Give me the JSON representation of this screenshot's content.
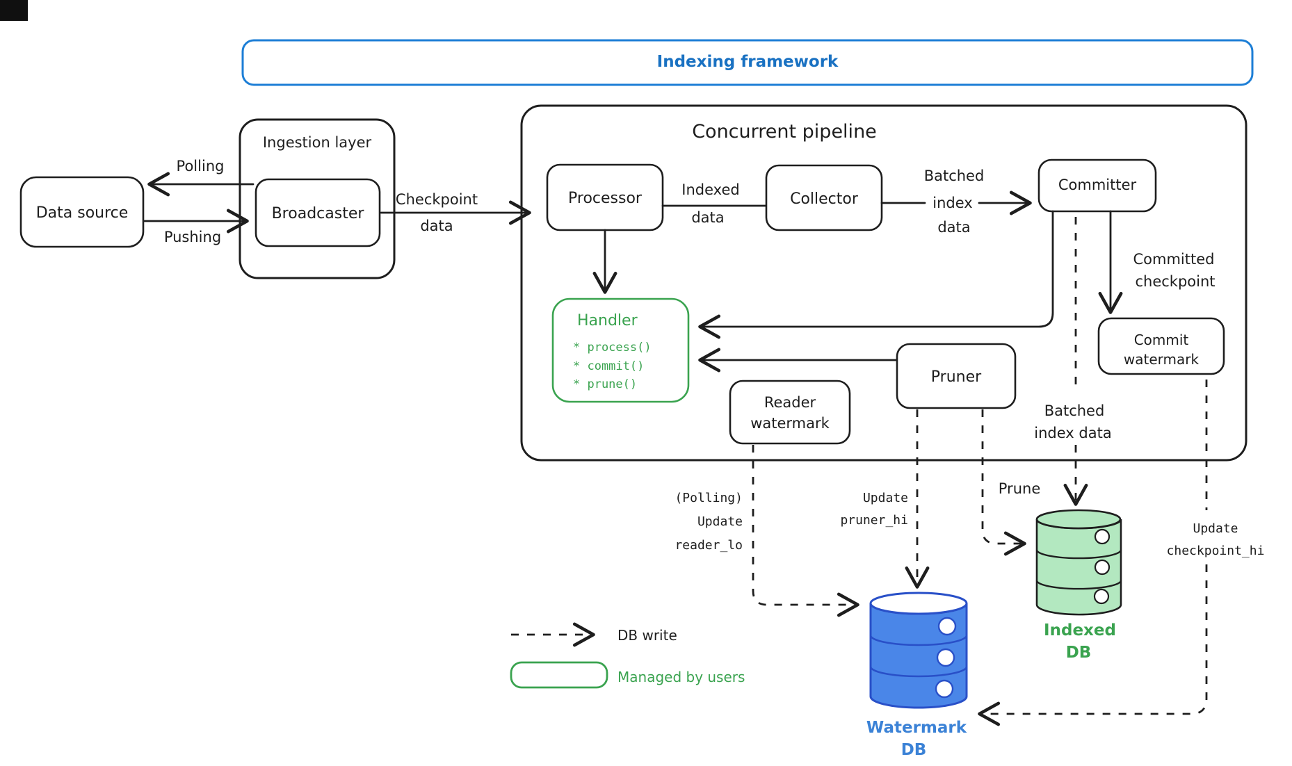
{
  "frame": {
    "title": "Indexing framework"
  },
  "nodes": {
    "data_source": "Data source",
    "ingestion_layer": "Ingestion layer",
    "broadcaster": "Broadcaster",
    "pipeline_title": "Concurrent pipeline",
    "processor": "Processor",
    "collector": "Collector",
    "committer": "Committer",
    "handler_title": "Handler",
    "handler_items": [
      "* process()",
      "* commit()",
      "* prune()"
    ],
    "pruner": "Pruner",
    "reader_watermark": [
      "Reader",
      "watermark"
    ],
    "commit_watermark": [
      "Commit",
      "watermark"
    ]
  },
  "edges": {
    "polling": "Polling",
    "pushing": "Pushing",
    "checkpoint_data": [
      "Checkpoint",
      "data"
    ],
    "indexed_data": [
      "Indexed",
      "data"
    ],
    "batched_index_data_top": [
      "Batched",
      "index",
      "data"
    ],
    "committed_checkpoint": [
      "Committed",
      "checkpoint"
    ],
    "update_reader_lo": [
      "(Polling)",
      "Update",
      "reader_lo"
    ],
    "update_pruner_hi": [
      "Update",
      "pruner_hi"
    ],
    "prune": "Prune",
    "batched_index_data_bottom": [
      "Batched",
      "index data"
    ],
    "update_checkpoint_hi": [
      "Update",
      "checkpoint_hi"
    ]
  },
  "databases": {
    "watermark_db": [
      "Watermark",
      "DB"
    ],
    "indexed_db": [
      "Indexed",
      "DB"
    ]
  },
  "legend": {
    "db_write": "DB write",
    "managed_by_users": "Managed by users"
  },
  "colors": {
    "ink": "#1e1e1e",
    "frame_blue": "#1c7ed6",
    "title_blue": "#1971c2",
    "green": "#3aa34f",
    "watermark_db_fill": "#4a86e8",
    "watermark_db_stroke": "#2950c8",
    "indexed_db_fill": "#b3e8c0"
  }
}
